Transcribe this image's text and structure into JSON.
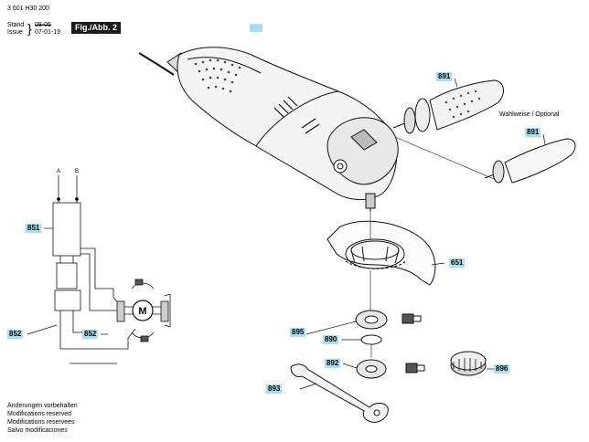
{
  "header": {
    "part_number": "3 601 H30 200",
    "stand_label": "Stand",
    "issue_label": "Issue",
    "stand_date": "08-05",
    "issue_date": "07-01-19",
    "figure": "Fig./Abb. 2"
  },
  "optional_text": "Wahlweise / Optional",
  "parts": {
    "p891a": "891",
    "p891b": "891",
    "p851": "851",
    "p651": "651",
    "p895": "895",
    "p890": "890",
    "p852a": "852",
    "p852b": "852",
    "p892": "892",
    "p896": "896",
    "p893": "893"
  },
  "wiring": {
    "a": "A",
    "b": "B",
    "motor": "M"
  },
  "footer": {
    "line1": "Änderungen vorbehalten",
    "line2": "Modifications reserved",
    "line3": "Modifications reservees",
    "line4": "Salvo modificaciones"
  },
  "colors": {
    "label_bg": "#a9ddf0",
    "badge_bg": "#1a1a1a"
  }
}
